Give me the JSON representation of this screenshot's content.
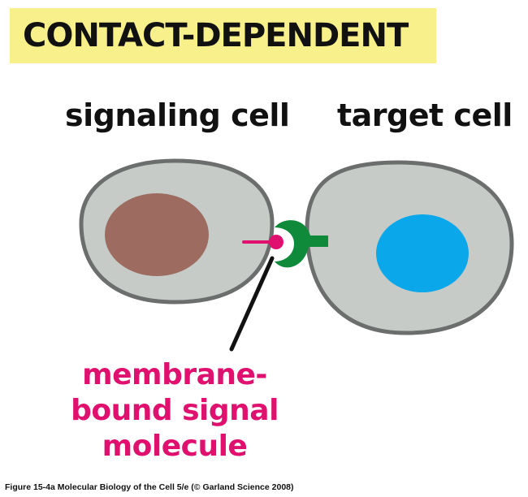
{
  "title": "CONTACT-DEPENDENT",
  "labels": {
    "signaling_cell": "signaling cell",
    "target_cell": "target cell",
    "molecule_line1": "membrane-",
    "molecule_line2": "bound signal",
    "molecule_line3": "molecule"
  },
  "caption": "Figure 15-4a  Molecular Biology of the Cell 5/e (© Garland Science 2008)",
  "colors": {
    "banner": "#f8f08a",
    "cell_fill": "#c6cbc8",
    "cell_outline": "#6b6e6d",
    "signaling_nucleus": "#9d6b5f",
    "target_nucleus": "#0aa7ea",
    "signal_molecule": "#e0106e",
    "receptor": "#0f8a3a",
    "pointer_line": "#111111"
  }
}
